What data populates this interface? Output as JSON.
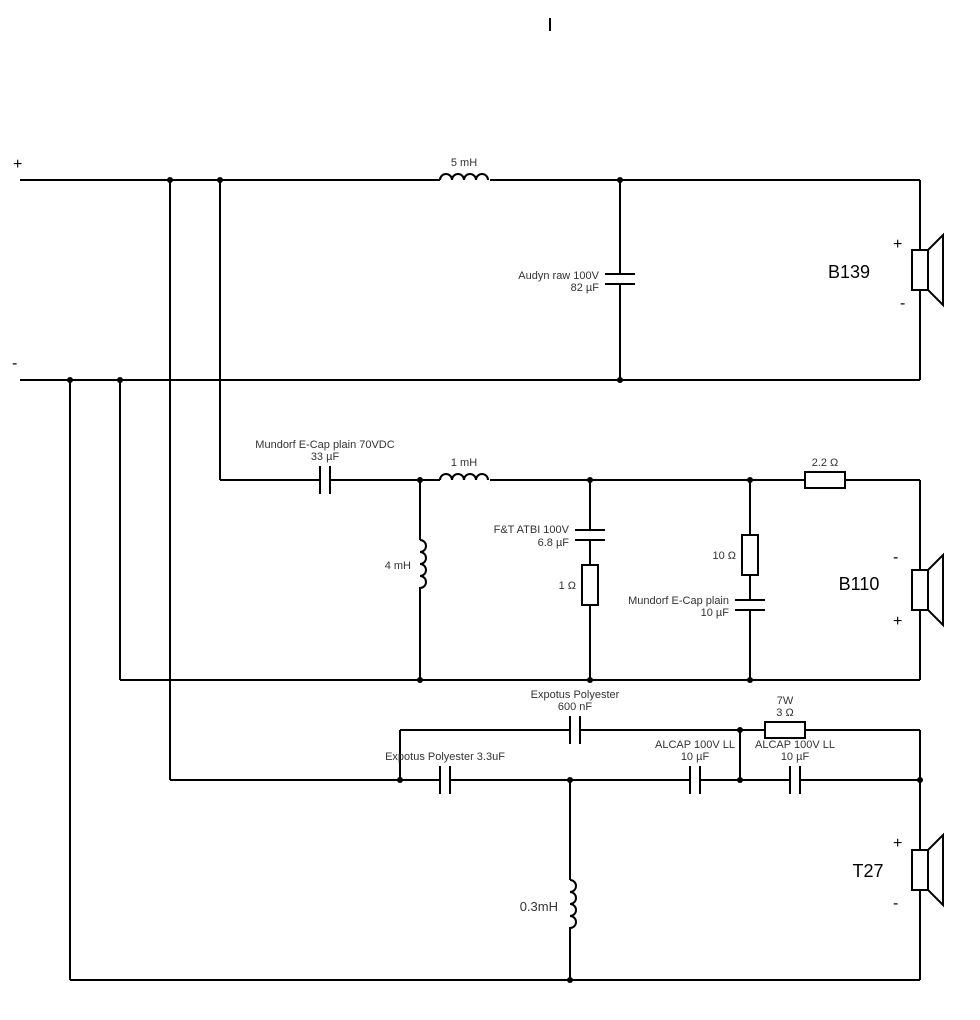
{
  "inputs": {
    "plus": "+",
    "minus": "-"
  },
  "drivers": {
    "woofer": {
      "name": "B139",
      "plus": "+",
      "minus": "-"
    },
    "mid": {
      "name": "B110",
      "minus": "-",
      "plus": "+"
    },
    "tweeter": {
      "name": "T27",
      "plus": "+",
      "minus": "-"
    }
  },
  "components": {
    "l_woofer": "5 mH",
    "c_woofer_brand": "Audyn raw 100V",
    "c_woofer_value": "82 µF",
    "c_mid_series_brand": "Mundorf E-Cap plain 70VDC",
    "c_mid_series_value": "33 µF",
    "l_mid_series": "1 mH",
    "l_mid_shunt": "4 mH",
    "c_mid_zobel_brand": "F&T ATBI 100V",
    "c_mid_zobel_value": "6.8 µF",
    "r_mid_zobel": "1 Ω",
    "r_mid_notch": "10 Ω",
    "c_mid_notch_brand": "Mundorf E-Cap plain",
    "c_mid_notch_value": "10 µF",
    "r_mid_series": "2.2 Ω",
    "c_tw_bypass_brand": "Expotus Polyester",
    "c_tw_bypass_value": "600 nF",
    "c_tw_series1": "Expotus Polyester 3.3uF",
    "r_tw_power": "7W",
    "r_tw_value": "3 Ω",
    "c_tw_series2_brand": "ALCAP 100V LL",
    "c_tw_series2_value": "10 µF",
    "c_tw_series3_brand": "ALCAP 100V LL",
    "c_tw_series3_value": "10 µF",
    "l_tw_shunt": "0.3mH"
  }
}
